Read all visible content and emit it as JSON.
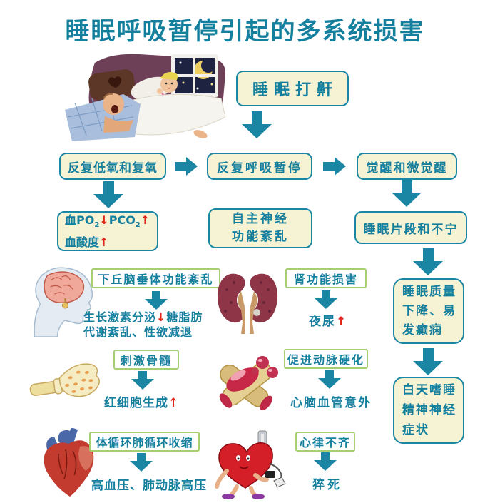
{
  "title": "睡眠呼吸暂停引起的多系统损害",
  "colors": {
    "teal": "#157f9e",
    "cream_box_bg": "#f6f3d5",
    "cream_box_border": "#1b86a4",
    "green_box_border": "#a6cf71",
    "red_accent": "#e02418",
    "wall_purple": "#6e4058"
  },
  "flow": {
    "snore": "睡眠打鼾",
    "hypoxia": "反复低氧和复氧",
    "apnea": "反复呼吸暂停",
    "arousal": "觉醒和微觉醒",
    "blood": {
      "t1": "血PO",
      "sub1": "2",
      "down1": "↓",
      "t2": "PCO",
      "sub2": "2",
      "up1": "↑",
      "line2": "血酸度",
      "up2": "↑"
    },
    "autonomic": {
      "line1": "自主神经",
      "line2": "功能紊乱"
    },
    "fragment": "睡眠片段和不宁",
    "quality": {
      "line1": "睡眠质量",
      "line2": "下降、易",
      "line3": "发癫痫"
    },
    "daytime": {
      "line1": "白天嗜睡",
      "line2": "精神神经",
      "line3": "症状"
    }
  },
  "branches": {
    "pituitary": {
      "box": "下丘脑垂体功能紊乱",
      "pre": "生长激素分泌",
      "arrow": "↓",
      "post": "糖脂肪",
      "line2": "代谢紊乱、性欲减退"
    },
    "kidney": {
      "box": "肾功能损害",
      "result": "夜尿",
      "arrow": "↑"
    },
    "marrow": {
      "box": "刺激骨髓",
      "result": "红细胞生成",
      "arrow": "↑"
    },
    "artery": {
      "box": "促进动脉硬化",
      "result": "心脑血管意外"
    },
    "circulation": {
      "box": "体循环肺循环收缩",
      "result": "高血压、肺动脉高压"
    },
    "arrhythmia": {
      "box": "心律不齐",
      "result": "猝死"
    }
  }
}
